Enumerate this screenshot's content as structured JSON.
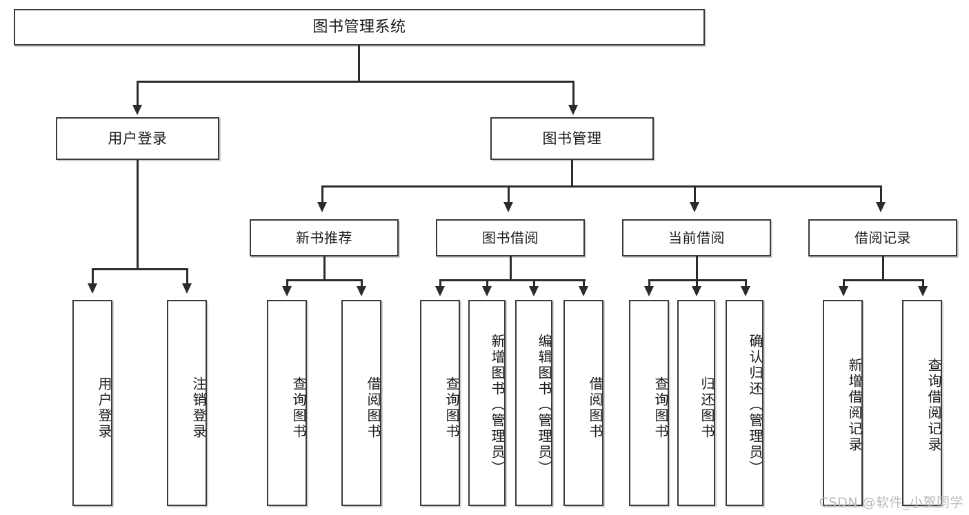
{
  "diagram": {
    "title": "图书管理系统",
    "type": "tree",
    "watermark": "CSDN @软件_小贺同学",
    "colors": {
      "box_border": "#3a3a3a",
      "connector": "#2b2b2b",
      "background": "#ffffff",
      "text": "#1a1a1a",
      "watermark": "#b9b9b9"
    },
    "root": {
      "label": "图书管理系统"
    },
    "level2": [
      {
        "label": "用户登录"
      },
      {
        "label": "图书管理"
      }
    ],
    "level3": [
      {
        "label": "新书推荐"
      },
      {
        "label": "图书借阅"
      },
      {
        "label": "当前借阅"
      },
      {
        "label": "借阅记录"
      }
    ],
    "leaves": {
      "user_login": [
        {
          "label": "用户登录"
        },
        {
          "label": "注销登录"
        }
      ],
      "new_book_recommend": [
        {
          "label": "查询图书"
        },
        {
          "label": "借阅图书"
        }
      ],
      "book_borrow": [
        {
          "label": "查询图书"
        },
        {
          "label": "新增图书（管理员）"
        },
        {
          "label": "编辑图书（管理员）"
        },
        {
          "label": "借阅图书"
        }
      ],
      "current_borrow": [
        {
          "label": "查询图书"
        },
        {
          "label": "归还图书"
        },
        {
          "label": "确认归还（管理员）"
        }
      ],
      "borrow_record": [
        {
          "label": "新增借阅记录"
        },
        {
          "label": "查询借阅记录"
        }
      ]
    }
  }
}
